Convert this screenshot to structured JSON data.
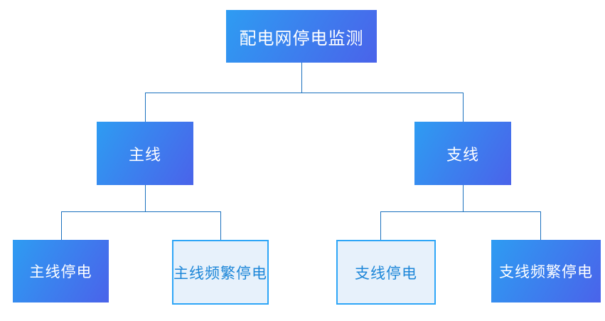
{
  "diagram": {
    "title": "配电网停电监测",
    "nodes": [
      {
        "id": "root",
        "label": "配电网停电监测",
        "style": "solid"
      },
      {
        "id": "main-line",
        "label": "主线",
        "style": "solid"
      },
      {
        "id": "branch-line",
        "label": "支线",
        "style": "solid"
      },
      {
        "id": "main-line-outage",
        "label": "主线停电",
        "style": "solid"
      },
      {
        "id": "main-line-frequent-outage",
        "label": "主线频繁停电",
        "style": "light"
      },
      {
        "id": "branch-line-outage",
        "label": "支线停电",
        "style": "light"
      },
      {
        "id": "branch-line-frequent-outage",
        "label": "支线频繁停电",
        "style": "solid"
      }
    ],
    "edges": [
      [
        "root",
        "main-line"
      ],
      [
        "root",
        "branch-line"
      ],
      [
        "main-line",
        "main-line-outage"
      ],
      [
        "main-line",
        "main-line-frequent-outage"
      ],
      [
        "branch-line",
        "branch-line-outage"
      ],
      [
        "branch-line",
        "branch-line-frequent-outage"
      ]
    ]
  },
  "colors": {
    "background": "#FFFFFF",
    "node_gradient_start": "#2E9CF2",
    "node_gradient_end": "#4A63EA",
    "node_text": "#FFFFFF",
    "light_node_background": "#E7F1FB",
    "light_node_border": "#2EA6F7",
    "light_node_text": "#1C86D8",
    "connector": "#1A70BE"
  }
}
